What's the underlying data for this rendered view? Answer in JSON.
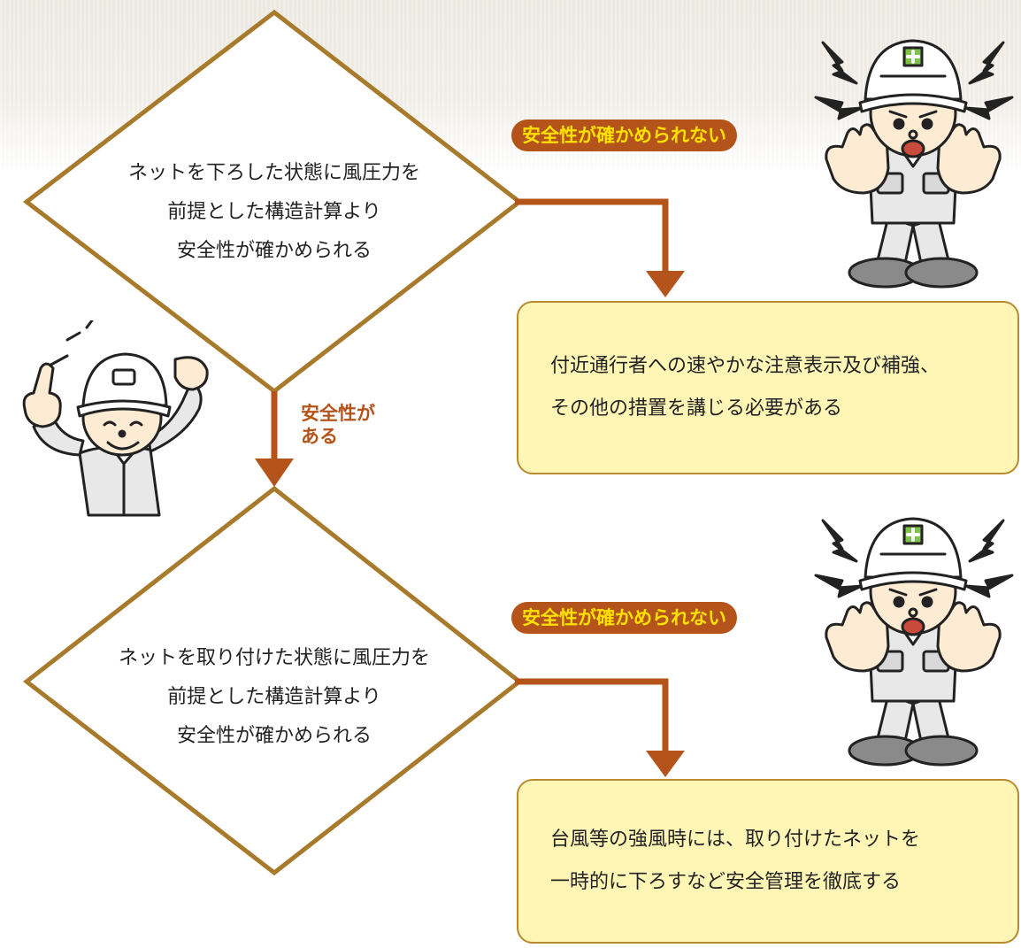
{
  "colors": {
    "diamond_stroke": "#a87a2c",
    "connector": "#b4541a",
    "badge_bg": "#b4541a",
    "badge_text": "#ffe100",
    "box_bg": "#fff6b6",
    "box_border": "#b98a2f"
  },
  "decision1": {
    "lines": [
      "ネットを下ろした状態に風圧力を",
      "前提とした構造計算より",
      "安全性が確かめられる"
    ]
  },
  "decision2": {
    "lines": [
      "ネットを取り付けた状態に風圧力を",
      "前提とした構造計算より",
      "安全性が確かめられる"
    ]
  },
  "no_label_1": "安全性が確かめられない",
  "no_label_2": "安全性が確かめられない",
  "yes_label": [
    "安全性が",
    "ある"
  ],
  "action1": {
    "lines": [
      "付近通行者への速やかな注意表示及び補強、",
      "その他の措置を講じる必要がある"
    ]
  },
  "action2": {
    "lines": [
      "台風等の強風時には、取り付けたネットを",
      "一時的に下ろすなど安全管理を徹底する"
    ]
  },
  "figures": {
    "worker_warning": "angry-worker-stop-gesture",
    "worker_ok": "smiling-worker-thumbs-up"
  }
}
